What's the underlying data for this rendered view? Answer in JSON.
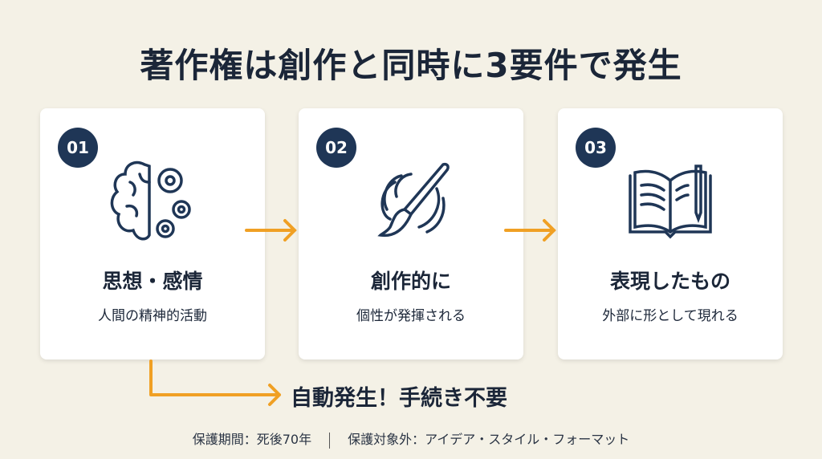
{
  "title": "著作権は創作と同時に3要件で発生",
  "steps": [
    {
      "number": "01",
      "title": "思想・感情",
      "subtitle": "人間の精神的活動",
      "icon": "brain-gears-icon"
    },
    {
      "number": "02",
      "title": "創作的に",
      "subtitle": "個性が発揮される",
      "icon": "paintbrush-icon"
    },
    {
      "number": "03",
      "title": "表現したもの",
      "subtitle": "外部に形として現れる",
      "icon": "open-book-pencil-icon"
    }
  ],
  "auto_note": "自動発生！手続き不要",
  "footer": {
    "protection_period": "保護期間：死後70年",
    "excluded": "保護対象外：アイデア・スタイル・フォーマット"
  },
  "colors": {
    "navy": "#1f3656",
    "accent": "#f0a024",
    "background": "#f4f1e6"
  }
}
